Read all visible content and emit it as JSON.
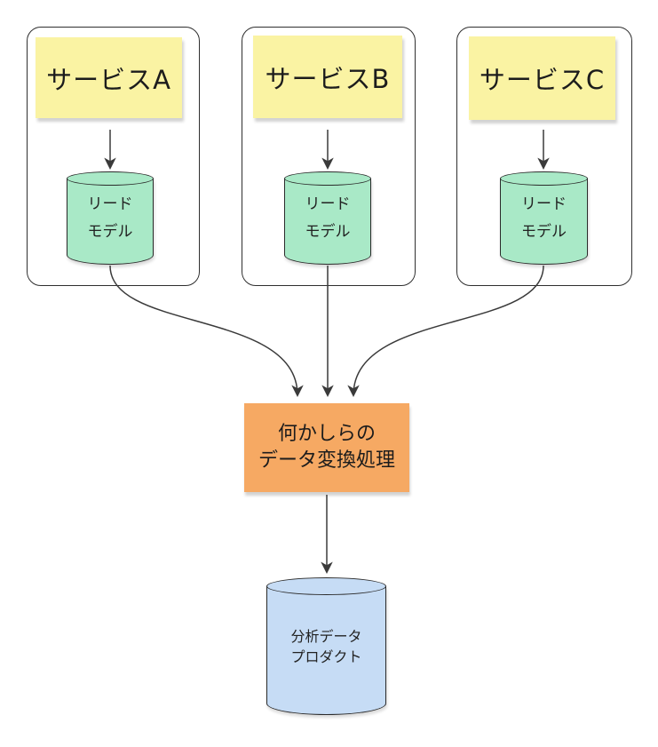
{
  "diagram_title": "read-models-to-analytics-data-product-flow",
  "services": [
    {
      "label": "サービスA",
      "store_line1": "リード",
      "store_line2": "モデル"
    },
    {
      "label": "サービスB",
      "store_line1": "リード",
      "store_line2": "モデル"
    },
    {
      "label": "サービスC",
      "store_line1": "リード",
      "store_line2": "モデル"
    }
  ],
  "transform": {
    "line1": "何かしらの",
    "line2": "データ変換処理"
  },
  "product": {
    "line1": "分析データ",
    "line2": "プロダクト"
  },
  "colors": {
    "service_note": "#faf3a3",
    "read_model_cylinder": "#a9e9c7",
    "transform_box": "#f6a963",
    "product_cylinder": "#c6dcf5",
    "container_border": "#2f2f2f",
    "arrow": "#3a3a3a",
    "background": "#ffffff",
    "text": "#1c1c1c"
  }
}
